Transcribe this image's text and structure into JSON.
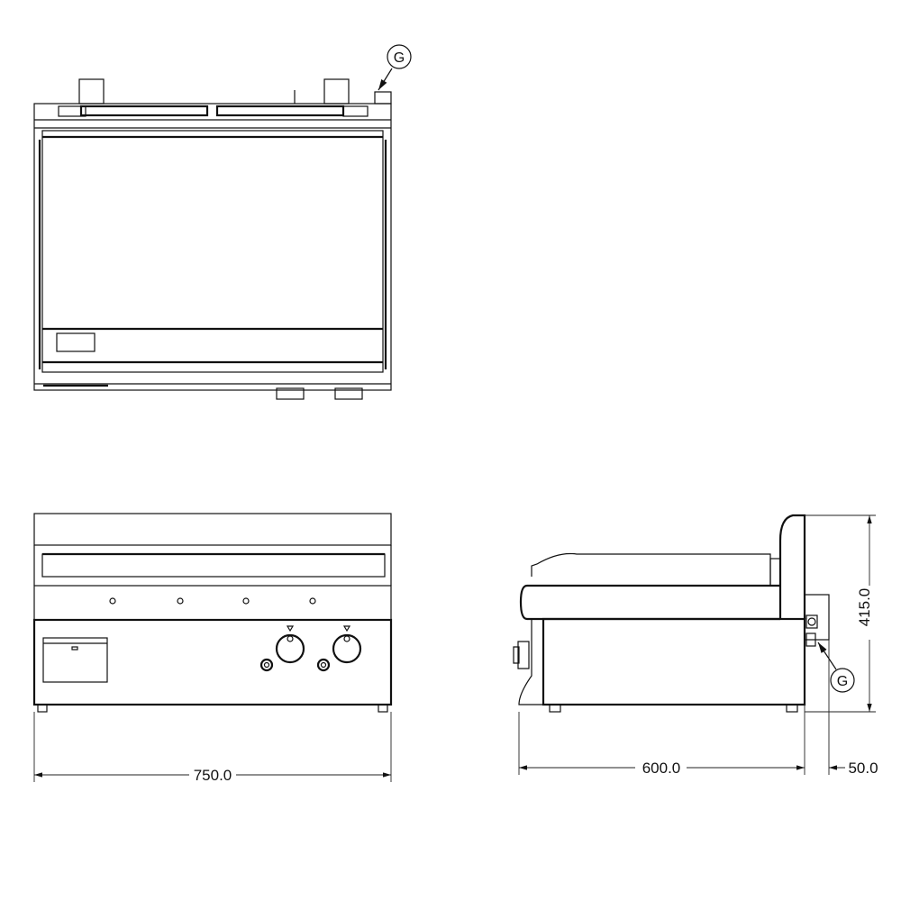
{
  "callouts": {
    "gas_connection": "G"
  },
  "dimensions": {
    "front_width": "750.0",
    "side_depth": "600.0",
    "side_offset": "50.0",
    "side_height": "415.0"
  }
}
